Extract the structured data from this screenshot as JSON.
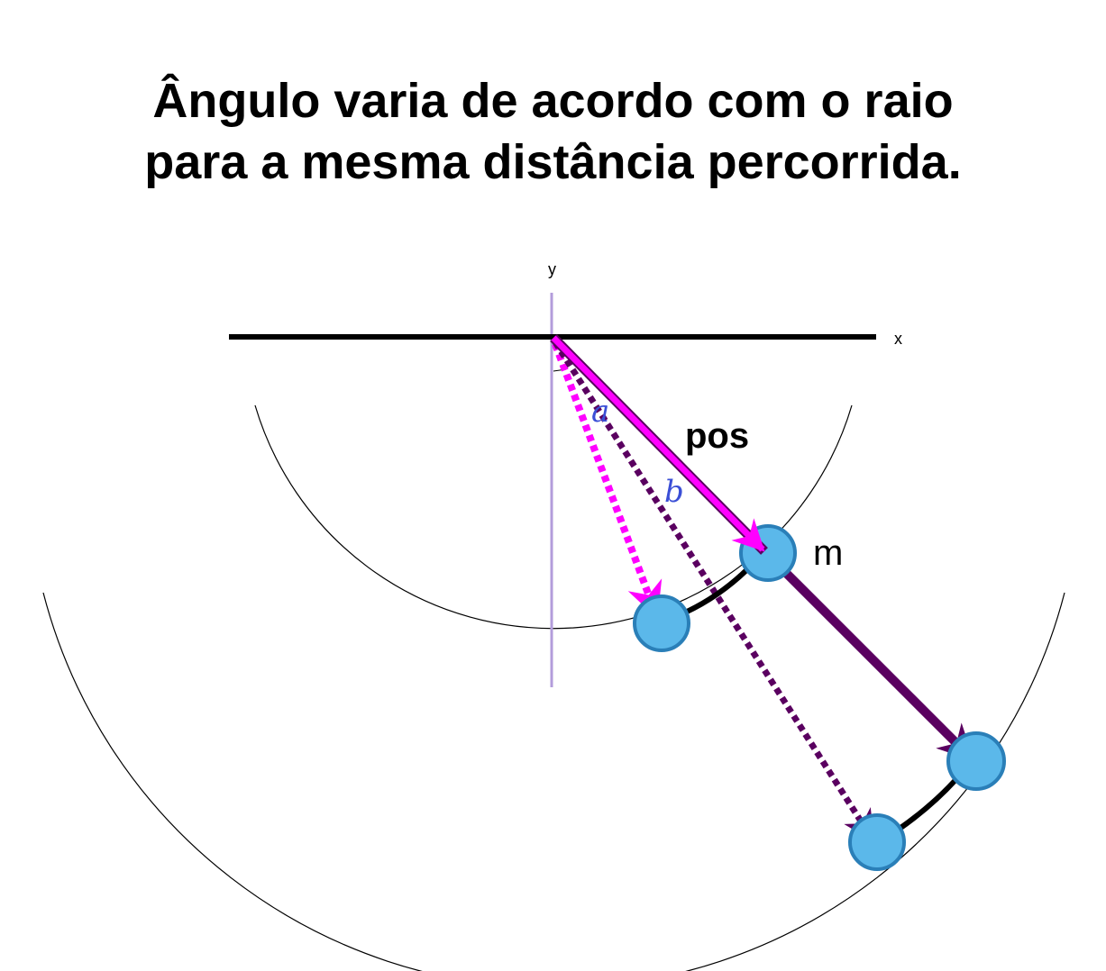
{
  "title": {
    "line1": "Ângulo varia de acordo com o raio",
    "line2": "para a mesma distância percorrida."
  },
  "axes": {
    "x_label": "x",
    "y_label": "y"
  },
  "labels": {
    "vector": "pos",
    "mass": "m",
    "angle_a": "a",
    "angle_b": "b"
  },
  "colors": {
    "magenta": "#ff00ff",
    "purple": "#5a0060",
    "ball_fill": "#5bb8ea",
    "ball_stroke": "#2a7fb8",
    "y_axis": "#b39ddb",
    "greek": "#3b4fd6"
  }
}
